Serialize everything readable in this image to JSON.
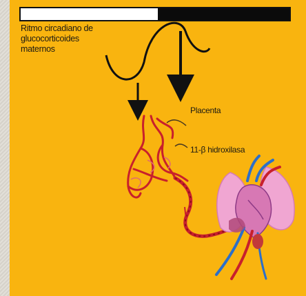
{
  "diagram": {
    "bar_colors": {
      "day": "#ffffff",
      "night": "#0b0b0b"
    },
    "panel_color": "#f9b40f",
    "labels": {
      "rhythm_line1": "Ritmo circadiano de",
      "rhythm_line2": "glucocorticoides",
      "rhythm_line3": "maternos",
      "placenta": "Placenta",
      "enzyme": "11-β hidroxilasa"
    },
    "colors": {
      "vessel_red": "#c8202c",
      "vessel_blue": "#2c6fc9",
      "heart_pink": "#d778b4",
      "lung_pink": "#f0a6d2",
      "arrow": "#111111"
    }
  }
}
